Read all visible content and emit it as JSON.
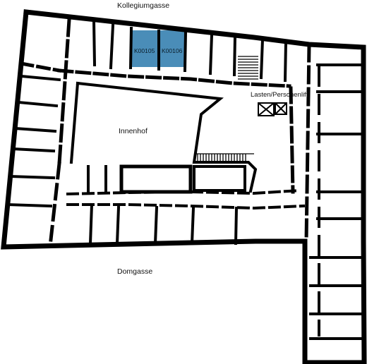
{
  "streets": {
    "top": "Kollegiumgasse",
    "bottom": "Domgasse"
  },
  "courtyard": "Innenhof",
  "lift": "Lasten/Personenlift",
  "highlighted_rooms": [
    {
      "id": "K00105",
      "color": "#4a8db8"
    },
    {
      "id": "K00106",
      "color": "#4a8db8"
    }
  ],
  "colors": {
    "wall": "#000000",
    "background": "#ffffff",
    "highlight": "#4a8db8"
  }
}
